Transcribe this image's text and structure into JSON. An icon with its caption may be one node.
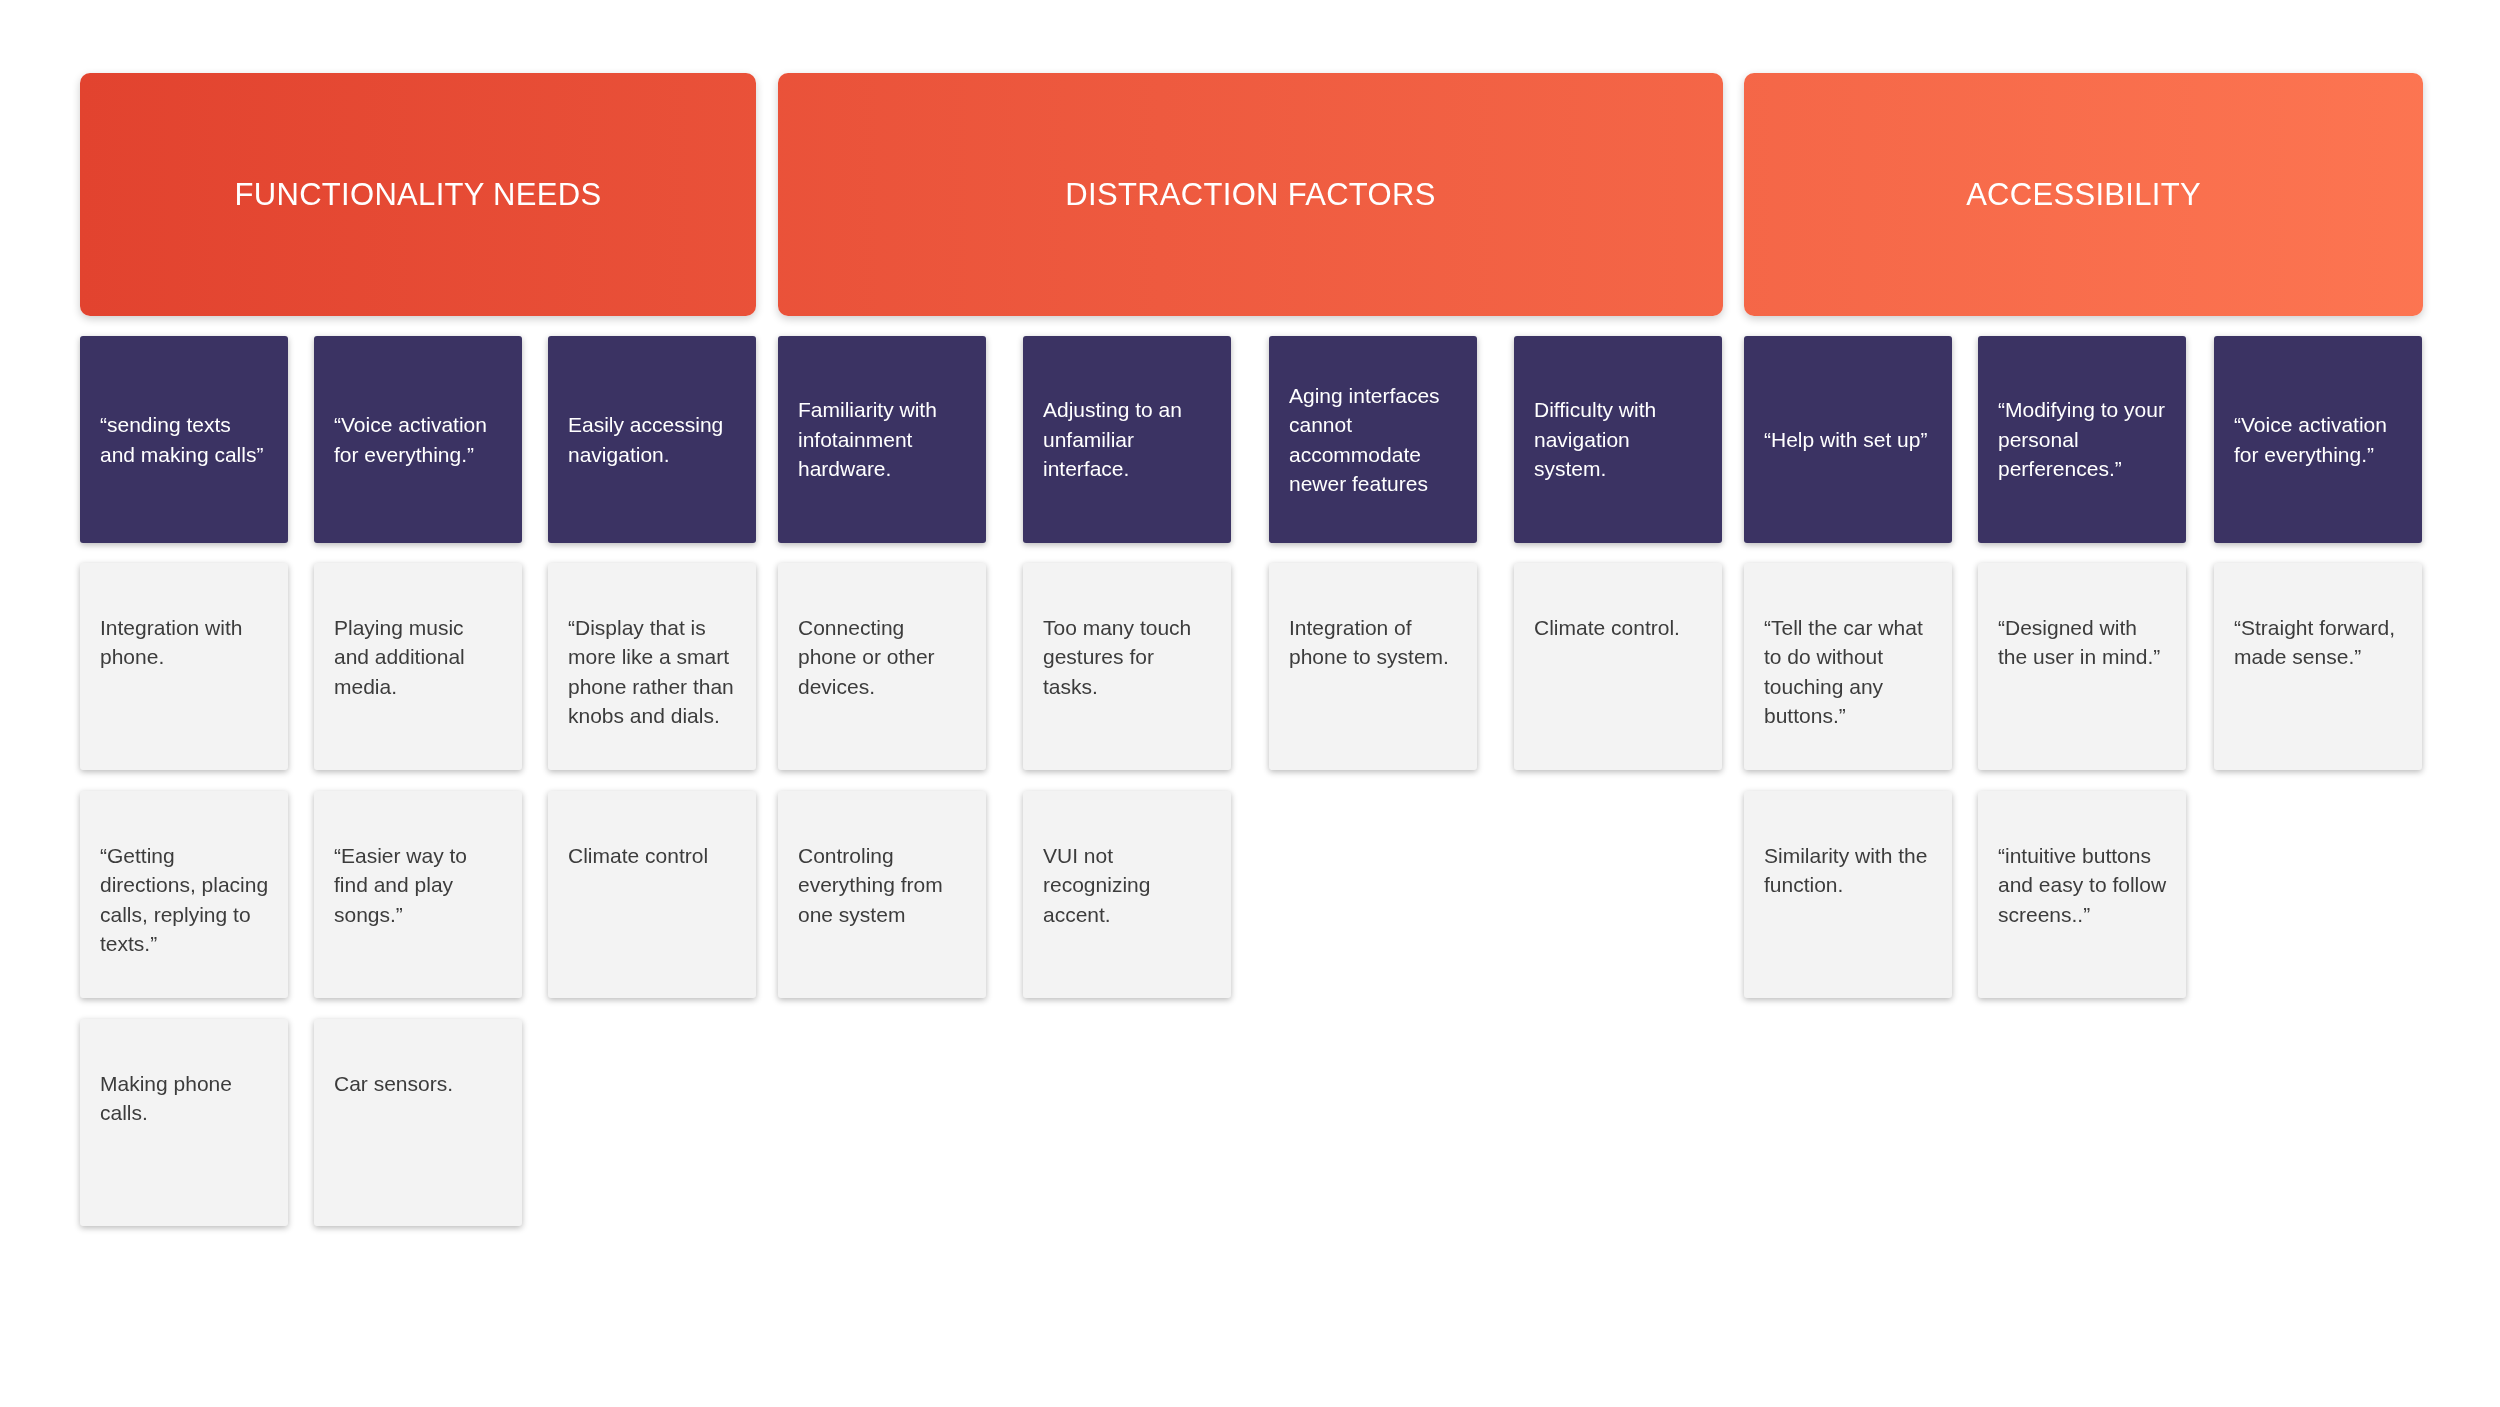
{
  "diagram": {
    "nodes": [
      {
        "text": [
          "FUNCTIONALITY NEEDS"
        ]
      },
      {
        "text": [
          "DISTRACTION FACTORS"
        ]
      },
      {
        "text": [
          "ACCESSIBILITY"
        ]
      },
      {
        "text": [
          "“sending texts and making calls”"
        ]
      },
      {
        "text": [
          "“Voice activation for everything.”"
        ]
      },
      {
        "text": [
          "Easily accessing navigation."
        ]
      },
      {
        "text": [
          "Familiarity with infotainment hardware."
        ]
      },
      {
        "text": [
          "Adjusting to an unfamiliar interface."
        ]
      },
      {
        "text": [
          "Aging interfaces cannot accommodate newer features"
        ]
      },
      {
        "text": [
          "Difficulty with navigation system."
        ]
      },
      {
        "text": [
          "“Help with set up”"
        ]
      },
      {
        "text": [
          "“Modifying to your personal perferences.”"
        ]
      },
      {
        "text": [
          "“Voice activation for everything.”"
        ]
      },
      {
        "text": [
          "Integration with phone."
        ]
      },
      {
        "text": [
          "Playing music and additional media."
        ]
      },
      {
        "text": [
          "“Display that is more like a smart phone rather than knobs and dials."
        ]
      },
      {
        "text": [
          "Connecting phone or other devices."
        ]
      },
      {
        "text": [
          "Too many touch gestures for tasks."
        ]
      },
      {
        "text": [
          "Integration of phone to system."
        ]
      },
      {
        "text": [
          "Climate control."
        ]
      },
      {
        "text": [
          "“Tell the car what to do without touching any buttons.”"
        ]
      },
      {
        "text": [
          "“Designed with the user in mind.”"
        ]
      },
      {
        "text": [
          "“Straight forward, made sense.”"
        ]
      },
      {
        "text": [
          "“Getting directions, placing calls, replying to texts.”"
        ]
      },
      {
        "text": [
          "“Easier way to find and play songs.”"
        ]
      },
      {
        "text": [
          "Climate control"
        ]
      },
      {
        "text": [
          "Controling everything from one system"
        ]
      },
      {
        "text": [
          "VUI not recognizing accent."
        ]
      },
      {
        "text": [
          "Similarity with the function."
        ]
      },
      {
        "text": [
          "“intuitive buttons and easy to follow screens..”"
        ]
      },
      {
        "text": [
          "Making phone calls."
        ]
      },
      {
        "text": [
          "Car sensors."
        ]
      }
    ]
  }
}
